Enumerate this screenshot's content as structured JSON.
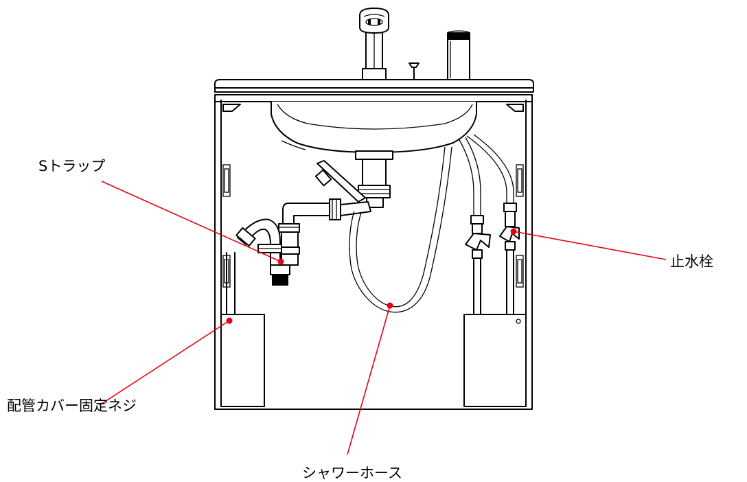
{
  "labels": {
    "s_trap": "Sトラップ",
    "stop_valve": "止水栓",
    "cover_screw": "配管カバー固定ネジ",
    "shower_hose": "シャワーホース"
  },
  "colors": {
    "line": "#000000",
    "leader": "#e60012",
    "background": "#ffffff"
  }
}
